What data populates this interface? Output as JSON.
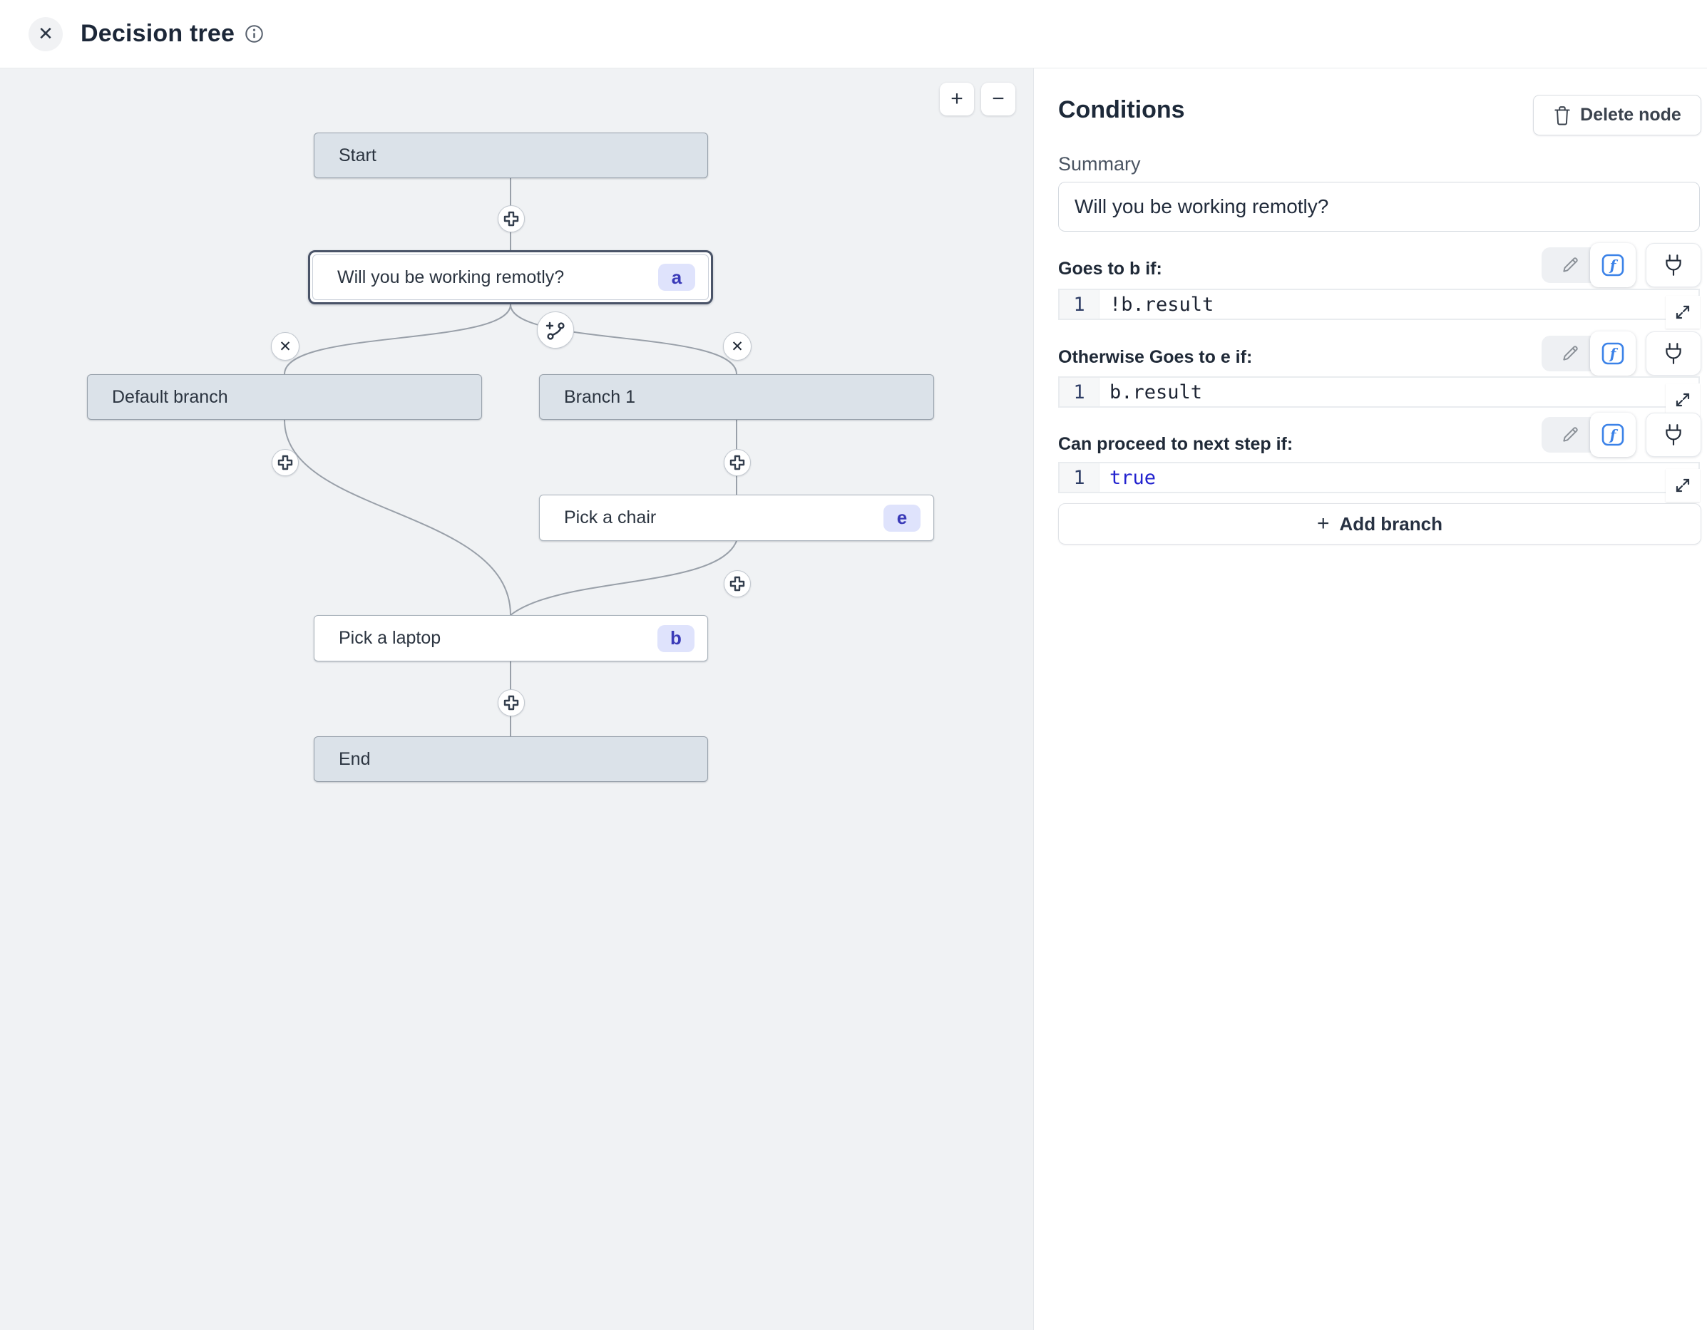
{
  "header": {
    "title": "Decision tree",
    "close_glyph": "✕"
  },
  "canvas": {
    "zoom_in_label": "+",
    "zoom_out_label": "−",
    "edge_close_glyph": "✕",
    "nodes": {
      "start": {
        "label": "Start"
      },
      "question": {
        "label": "Will you be working remotly?",
        "badge": "a"
      },
      "default": {
        "label": "Default branch"
      },
      "branch1": {
        "label": "Branch 1"
      },
      "chair": {
        "label": "Pick a chair",
        "badge": "e"
      },
      "laptop": {
        "label": "Pick a laptop",
        "badge": "b"
      },
      "end": {
        "label": "End"
      }
    }
  },
  "panel": {
    "title": "Conditions",
    "delete_button_label": "Delete node",
    "summary_label": "Summary",
    "summary_value": "Will you be working remotly?",
    "sections": [
      {
        "label": "Goes to b if:",
        "line_number": "1",
        "code": "!b.result",
        "code_color": "#1d2433"
      },
      {
        "label": "Otherwise Goes to e if:",
        "line_number": "1",
        "code": "b.result",
        "code_color": "#1d2433"
      },
      {
        "label": "Can proceed to next step if:",
        "line_number": "1",
        "code": "true",
        "code_color": "#2323cf"
      }
    ],
    "add_branch_plus": "+",
    "add_branch_label": "Add branch"
  },
  "colors": {
    "accent_blue": "#3b82e8",
    "badge_bg": "#dfe3fc",
    "badge_text": "#3a3ab8",
    "node_fill": "#dbe2e9",
    "canvas_bg": "#f0f2f4",
    "keyword_blue": "#2323cf"
  }
}
